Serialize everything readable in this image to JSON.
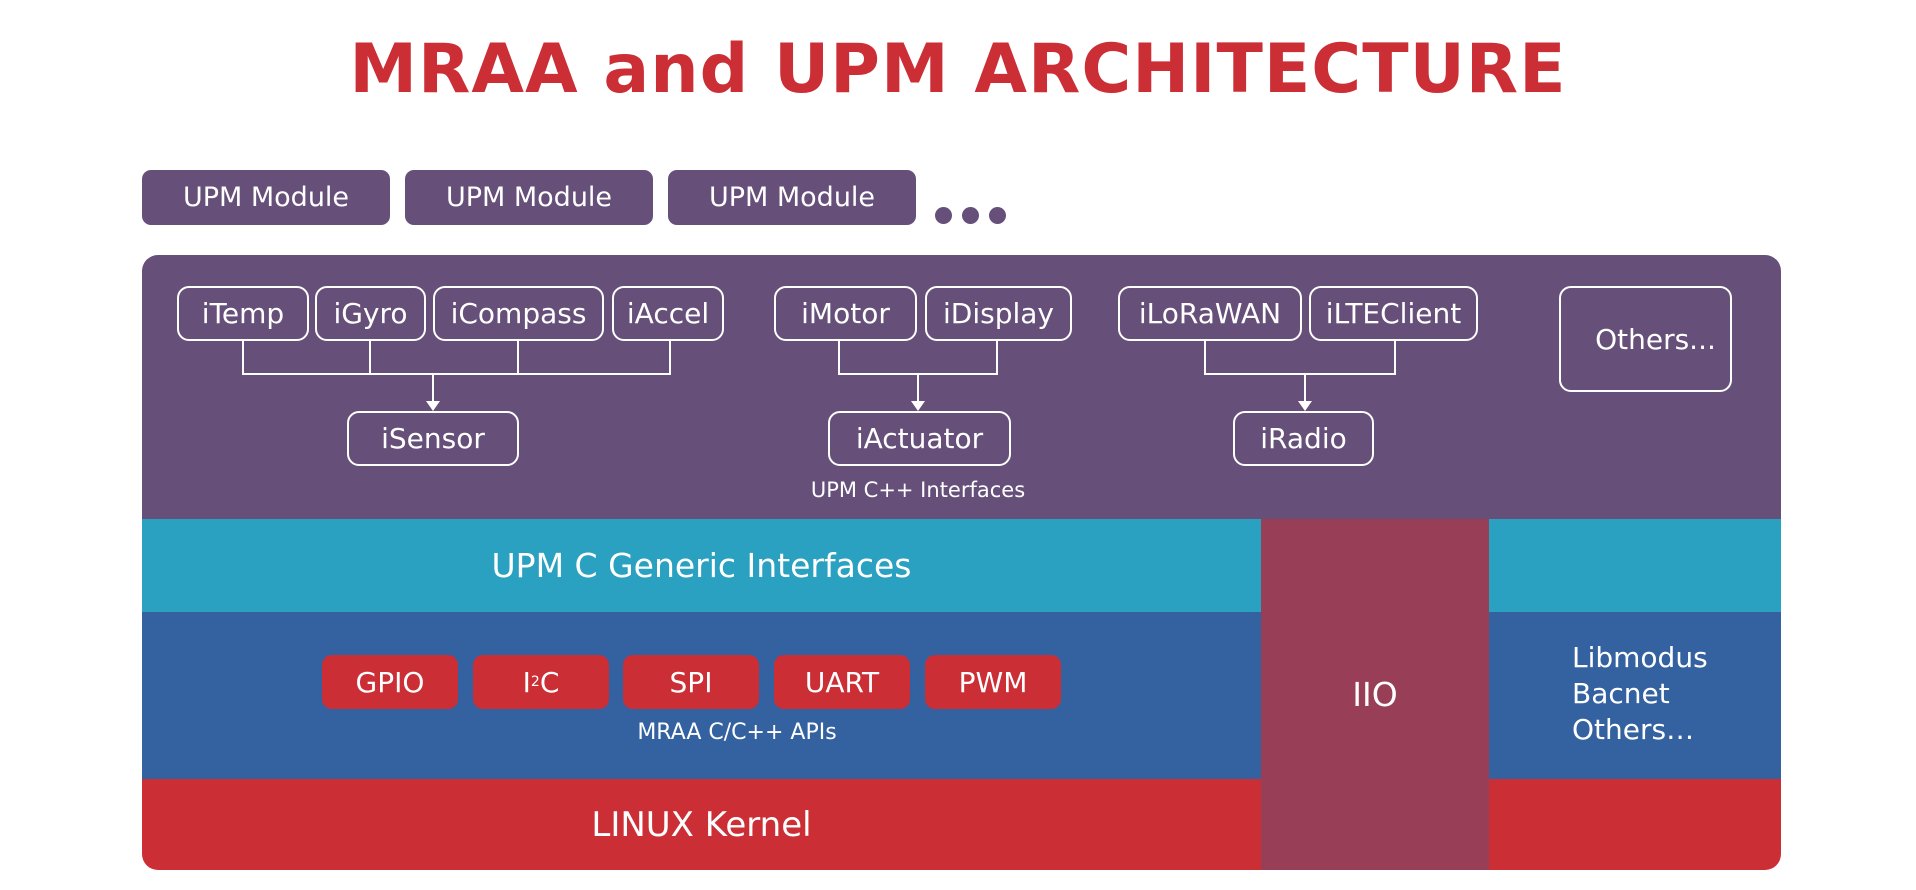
{
  "title": "MRAA and UPM ARCHITECTURE",
  "modules": [
    "UPM Module",
    "UPM Module",
    "UPM Module"
  ],
  "ellipsis_dots": 3,
  "cpp_interfaces": {
    "sensor_group": [
      "iTemp",
      "iGyro",
      "iCompass",
      "iAccel"
    ],
    "sensor_parent": "iSensor",
    "actuator_group": [
      "iMotor",
      "iDisplay"
    ],
    "actuator_parent": "iActuator",
    "radio_group": [
      "iLoRaWAN",
      "iLTEClient"
    ],
    "radio_parent": "iRadio",
    "others": "Others...",
    "layer_label": "UPM C++ Interfaces"
  },
  "c_generic_label": "UPM C Generic Interfaces",
  "mraa": {
    "apis": [
      "GPIO",
      "I",
      "SPI",
      "UART",
      "PWM"
    ],
    "i2c_super": "2",
    "i2c_tail": "C",
    "layer_label": "MRAA C/C++ APIs"
  },
  "iio_label": "IIO",
  "side_libs": [
    "Libmodus",
    "Bacnet",
    "Others…"
  ],
  "kernel_label": "LINUX Kernel",
  "colors": {
    "title": "#cc2e36",
    "purple": "#66507a",
    "teal": "#2ba1c2",
    "blue": "#3461a0",
    "red": "#cc2e36",
    "iio": "#983e57"
  }
}
